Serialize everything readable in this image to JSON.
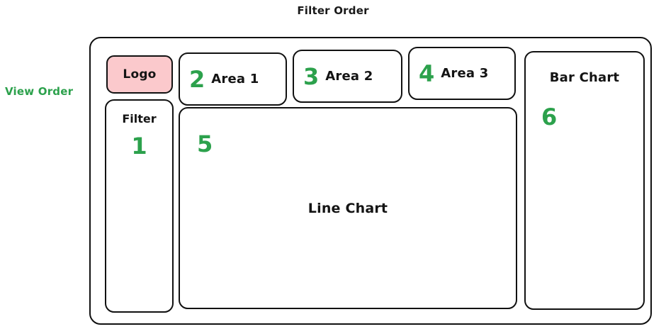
{
  "annotations": {
    "filter_order_label": "Filter Order",
    "view_order_label": "View Order",
    "accent_green": "#2ca14c",
    "ink_black": "#141414",
    "logo_fill": "#fbc9cc"
  },
  "dashboard": {
    "logo": {
      "label": "Logo"
    },
    "filter_panel": {
      "label": "Filter",
      "order_number": "1"
    },
    "areas": [
      {
        "order_number": "2",
        "label": "Area 1"
      },
      {
        "order_number": "3",
        "label": "Area 2"
      },
      {
        "order_number": "4",
        "label": "Area 3"
      }
    ],
    "line_chart": {
      "label": "Line Chart",
      "order_number": "5"
    },
    "bar_chart": {
      "label": "Bar Chart",
      "order_number": "6"
    }
  }
}
